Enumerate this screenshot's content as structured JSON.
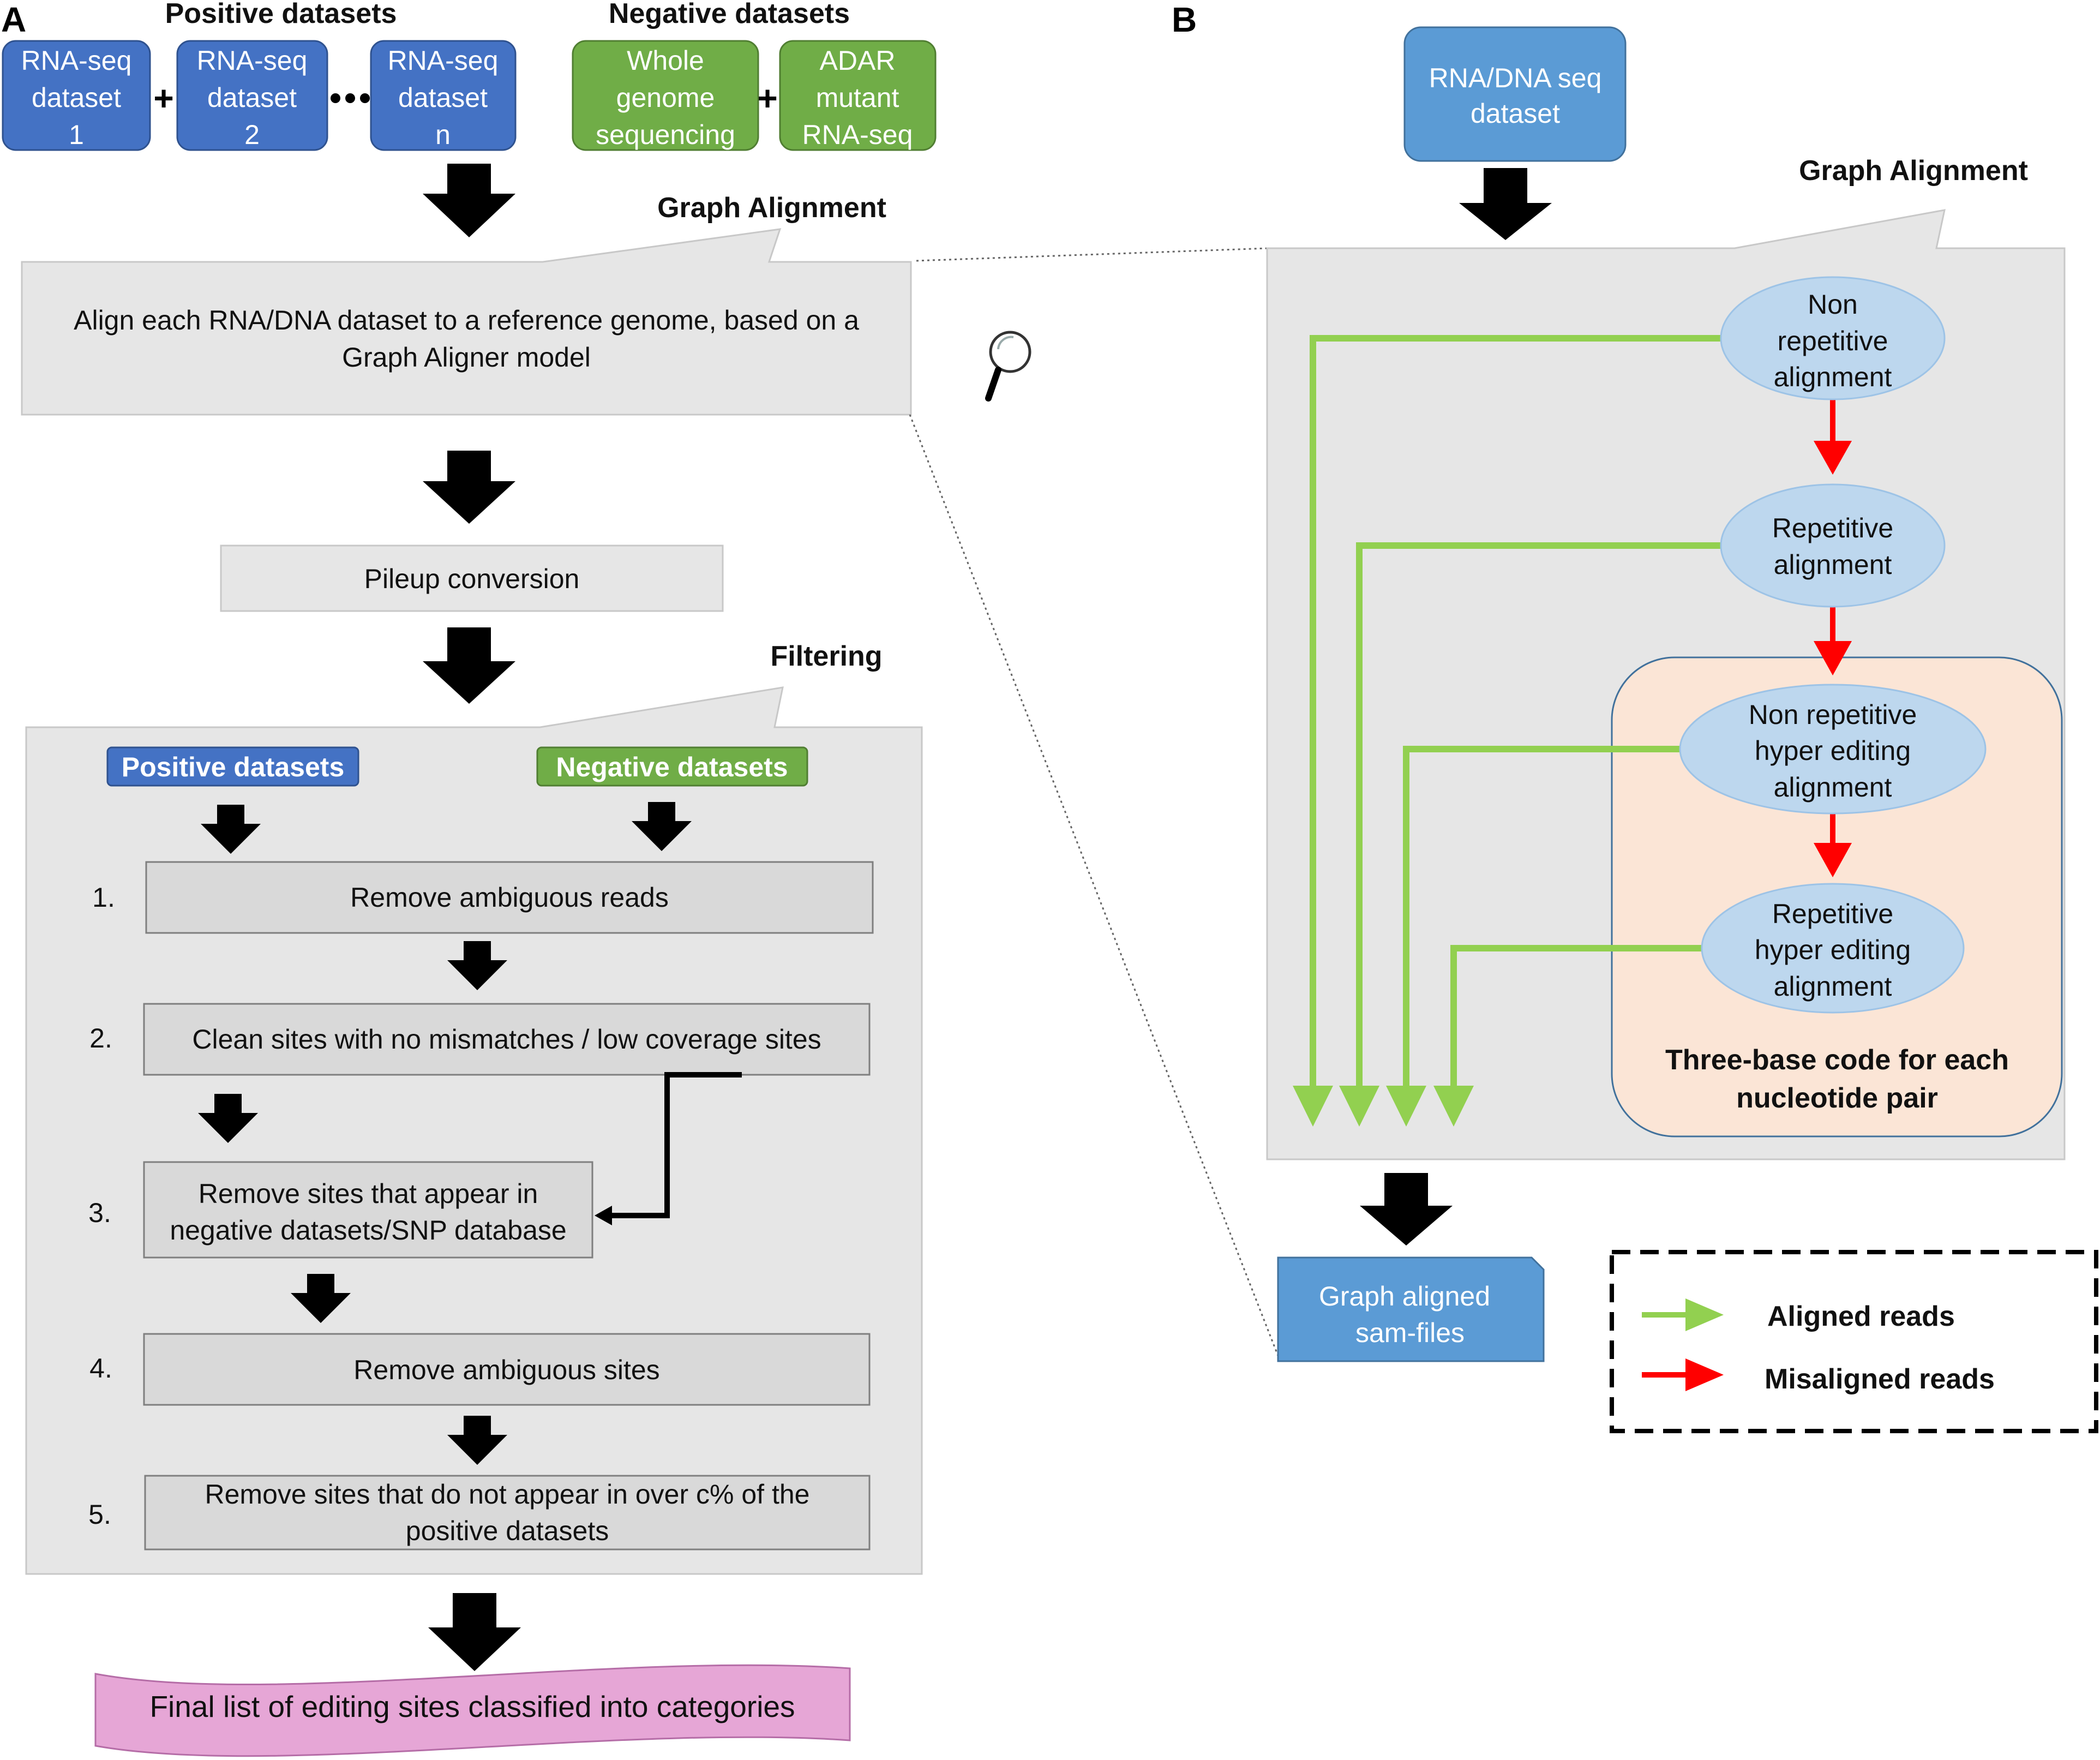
{
  "panel_a": {
    "label": "A",
    "positive_title": "Positive datasets",
    "negative_title": "Negative datasets",
    "positive_boxes": [
      [
        "RNA-seq",
        "dataset",
        "1"
      ],
      [
        "RNA-seq",
        "dataset",
        "2"
      ],
      [
        "RNA-seq",
        "dataset",
        "n"
      ]
    ],
    "negative_boxes": [
      [
        "Whole",
        "genome",
        "sequencing"
      ],
      [
        "ADAR",
        "mutant",
        "RNA-seq"
      ]
    ],
    "graph_alignment_title": "Graph Alignment",
    "align_text": [
      "Align each RNA/DNA dataset to a reference genome, based on a",
      "Graph Aligner model"
    ],
    "pileup": "Pileup conversion",
    "filtering_title": "Filtering",
    "positive_badge": "Positive datasets",
    "negative_badge": "Negative datasets",
    "steps": [
      {
        "num": "1.",
        "lines": [
          "Remove ambiguous reads"
        ]
      },
      {
        "num": "2.",
        "lines": [
          "Clean sites with no mismatches / low coverage sites"
        ]
      },
      {
        "num": "3.",
        "lines": [
          "Remove sites that appear in",
          "negative datasets/SNP database"
        ]
      },
      {
        "num": "4.",
        "lines": [
          "Remove ambiguous sites"
        ]
      },
      {
        "num": "5.",
        "lines": [
          "Remove sites that do not appear in over c% of the",
          "positive datasets"
        ]
      }
    ],
    "final": "Final list of editing sites classified into categories"
  },
  "panel_b": {
    "label": "B",
    "input": [
      "RNA/DNA seq",
      "dataset"
    ],
    "graph_alignment_title": "Graph Alignment",
    "nodes": [
      [
        "Non",
        "repetitive",
        "alignment"
      ],
      [
        "Repetitive",
        "alignment"
      ],
      [
        "Non repetitive",
        "hyper editing",
        "alignment"
      ],
      [
        "Repetitive",
        "hyper editing",
        "alignment"
      ]
    ],
    "three_base": [
      "Three-base code for each",
      "nucleotide pair"
    ],
    "output": [
      "Graph aligned",
      "sam-files"
    ],
    "legend": {
      "aligned": "Aligned reads",
      "misaligned": "Misaligned reads"
    }
  },
  "colors": {
    "blue_box": "#4472c4",
    "green_box": "#70ad47",
    "light_blue_box": "#5b9bd5",
    "gray_panel": "#e6e6e6",
    "node_fill": "#bdd7ee",
    "peach_fill": "#fbe5d6",
    "aligned_arrow": "#92d050",
    "misaligned_arrow": "#ff0000",
    "final_fill": "#e6a6d6"
  }
}
